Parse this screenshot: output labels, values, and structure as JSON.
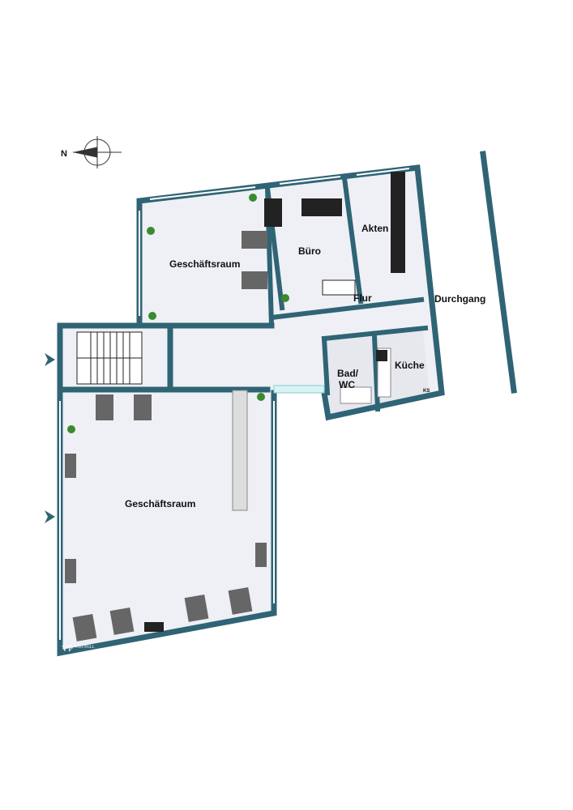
{
  "colors": {
    "wall": "#2f6475",
    "floor": "#eef0f5",
    "tile": "#e6e8ee",
    "furniture": "#555555",
    "plant": "#3a8a2e"
  },
  "compass": {
    "north_label": "N"
  },
  "rooms": {
    "geschaeftsraum_upper": "Geschäftsraum",
    "buero": "Büro",
    "akten": "Akten",
    "flur": "Flur",
    "bad_line1": "Bad/",
    "bad_line2": "WC",
    "kueche": "Küche",
    "ks": "KS",
    "durchgang": "Durchgang",
    "geschaeftsraum_lower": "Geschäftsraum"
  },
  "logo": {
    "initials": "VP",
    "text": "VON POLL"
  }
}
